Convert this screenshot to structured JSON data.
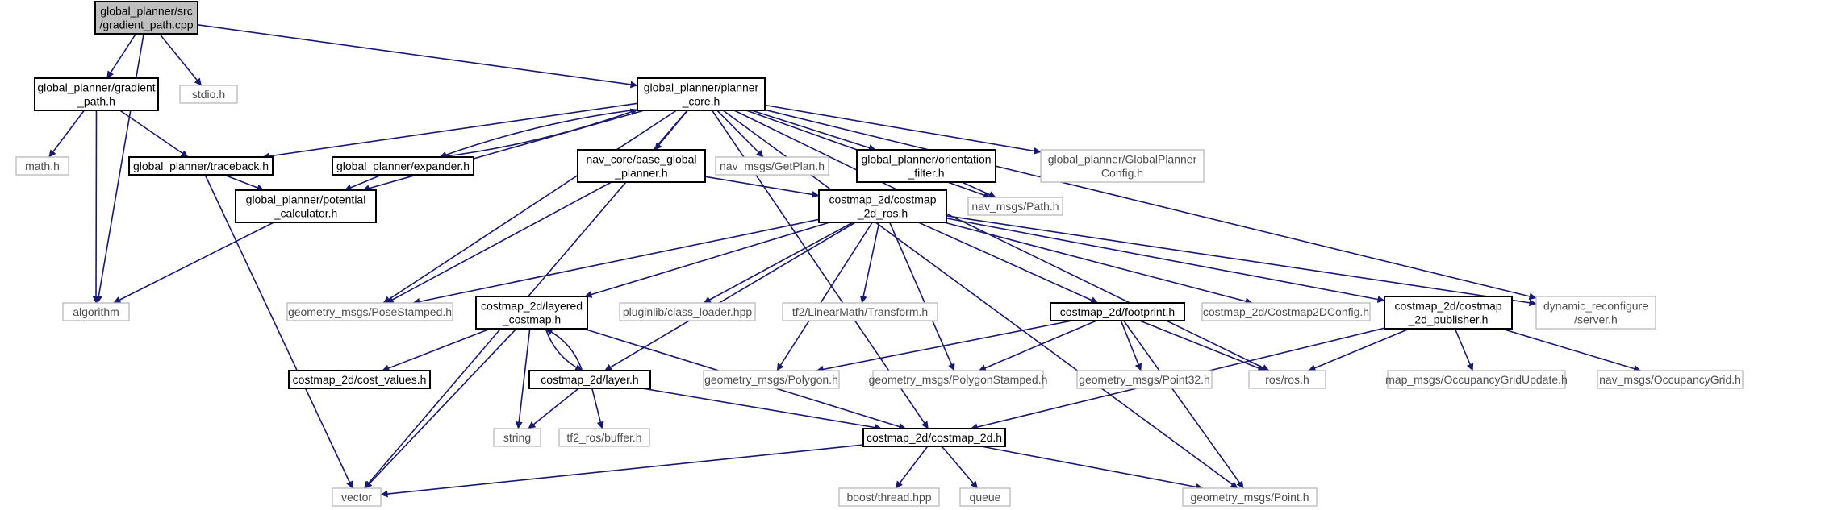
{
  "colors": {
    "edge": "#191970",
    "doc_border": "#000000",
    "ext_border": "#bfbfbf",
    "root_fill": "#bfbfbf"
  },
  "nodes": [
    {
      "id": "gradient_path_cpp",
      "kind": "root",
      "lines": [
        "global_planner/src",
        "/gradient_path.cpp"
      ]
    },
    {
      "id": "gradient_path_h",
      "kind": "doc",
      "lines": [
        "global_planner/gradient",
        "_path.h"
      ]
    },
    {
      "id": "stdio_h",
      "kind": "ext",
      "lines": [
        "stdio.h"
      ]
    },
    {
      "id": "planner_core_h",
      "kind": "doc",
      "lines": [
        "global_planner/planner",
        "_core.h"
      ]
    },
    {
      "id": "math_h",
      "kind": "ext",
      "lines": [
        "math.h"
      ]
    },
    {
      "id": "traceback_h",
      "kind": "doc",
      "lines": [
        "global_planner/traceback.h"
      ]
    },
    {
      "id": "expander_h",
      "kind": "doc",
      "lines": [
        "global_planner/expander.h"
      ]
    },
    {
      "id": "base_global_planner_h",
      "kind": "doc",
      "lines": [
        "nav_core/base_global",
        "_planner.h"
      ]
    },
    {
      "id": "getplan_h",
      "kind": "ext",
      "lines": [
        "nav_msgs/GetPlan.h"
      ]
    },
    {
      "id": "orientation_filter_h",
      "kind": "doc",
      "lines": [
        "global_planner/orientation",
        "_filter.h"
      ]
    },
    {
      "id": "globalplannerconfig_h",
      "kind": "ext",
      "lines": [
        "global_planner/GlobalPlanner",
        "Config.h"
      ]
    },
    {
      "id": "potential_calculator_h",
      "kind": "doc",
      "lines": [
        "global_planner/potential",
        "_calculator.h"
      ]
    },
    {
      "id": "path_h",
      "kind": "ext",
      "lines": [
        "nav_msgs/Path.h"
      ]
    },
    {
      "id": "costmap_2d_ros_h",
      "kind": "doc",
      "lines": [
        "costmap_2d/costmap",
        "_2d_ros.h"
      ]
    },
    {
      "id": "algorithm",
      "kind": "ext",
      "lines": [
        "algorithm"
      ]
    },
    {
      "id": "posestamped_h",
      "kind": "ext",
      "lines": [
        "geometry_msgs/PoseStamped.h"
      ]
    },
    {
      "id": "layered_costmap_h",
      "kind": "doc",
      "lines": [
        "costmap_2d/layered",
        "_costmap.h"
      ]
    },
    {
      "id": "class_loader_hpp",
      "kind": "ext",
      "lines": [
        "pluginlib/class_loader.hpp"
      ]
    },
    {
      "id": "transform_h",
      "kind": "ext",
      "lines": [
        "tf2/LinearMath/Transform.h"
      ]
    },
    {
      "id": "footprint_h",
      "kind": "doc",
      "lines": [
        "costmap_2d/footprint.h"
      ]
    },
    {
      "id": "costmap2dconfig_h",
      "kind": "ext",
      "lines": [
        "costmap_2d/Costmap2DConfig.h"
      ]
    },
    {
      "id": "costmap_2d_publisher_h",
      "kind": "doc",
      "lines": [
        "costmap_2d/costmap",
        "_2d_publisher.h"
      ]
    },
    {
      "id": "dynreconf_server_h",
      "kind": "ext",
      "lines": [
        "dynamic_reconfigure",
        "/server.h"
      ]
    },
    {
      "id": "cost_values_h",
      "kind": "doc",
      "lines": [
        "costmap_2d/cost_values.h"
      ]
    },
    {
      "id": "layer_h",
      "kind": "doc",
      "lines": [
        "costmap_2d/layer.h"
      ]
    },
    {
      "id": "polygon_h",
      "kind": "ext",
      "lines": [
        "geometry_msgs/Polygon.h"
      ]
    },
    {
      "id": "polygonstamped_h",
      "kind": "ext",
      "lines": [
        "geometry_msgs/PolygonStamped.h"
      ]
    },
    {
      "id": "point32_h",
      "kind": "ext",
      "lines": [
        "geometry_msgs/Point32.h"
      ]
    },
    {
      "id": "ros_h",
      "kind": "ext",
      "lines": [
        "ros/ros.h"
      ]
    },
    {
      "id": "occupancygridupdate_h",
      "kind": "ext",
      "lines": [
        "map_msgs/OccupancyGridUpdate.h"
      ]
    },
    {
      "id": "occupancygrid_h",
      "kind": "ext",
      "lines": [
        "nav_msgs/OccupancyGrid.h"
      ]
    },
    {
      "id": "string",
      "kind": "ext",
      "lines": [
        "string"
      ]
    },
    {
      "id": "buffer_h",
      "kind": "ext",
      "lines": [
        "tf2_ros/buffer.h"
      ]
    },
    {
      "id": "costmap_2d_h",
      "kind": "doc",
      "lines": [
        "costmap_2d/costmap_2d.h"
      ]
    },
    {
      "id": "vector",
      "kind": "ext",
      "lines": [
        "vector"
      ]
    },
    {
      "id": "thread_hpp",
      "kind": "ext",
      "lines": [
        "boost/thread.hpp"
      ]
    },
    {
      "id": "queue",
      "kind": "ext",
      "lines": [
        "queue"
      ]
    },
    {
      "id": "point_h",
      "kind": "ext",
      "lines": [
        "geometry_msgs/Point.h"
      ]
    }
  ],
  "edges": [
    [
      "gradient_path_cpp",
      "gradient_path_h"
    ],
    [
      "gradient_path_cpp",
      "stdio_h"
    ],
    [
      "gradient_path_cpp",
      "planner_core_h"
    ],
    [
      "gradient_path_cpp",
      "algorithm"
    ],
    [
      "gradient_path_h",
      "math_h"
    ],
    [
      "gradient_path_h",
      "traceback_h"
    ],
    [
      "gradient_path_h",
      "algorithm"
    ],
    [
      "planner_core_h",
      "traceback_h"
    ],
    [
      "planner_core_h",
      "expander_h"
    ],
    [
      "planner_core_h",
      "base_global_planner_h"
    ],
    [
      "planner_core_h",
      "getplan_h"
    ],
    [
      "planner_core_h",
      "orientation_filter_h"
    ],
    [
      "planner_core_h",
      "globalplannerconfig_h"
    ],
    [
      "planner_core_h",
      "potential_calculator_h"
    ],
    [
      "planner_core_h",
      "path_h"
    ],
    [
      "planner_core_h",
      "posestamped_h"
    ],
    [
      "planner_core_h",
      "vector"
    ],
    [
      "planner_core_h",
      "dynreconf_server_h"
    ],
    [
      "planner_core_h",
      "ros_h"
    ],
    [
      "planner_core_h",
      "costmap_2d_h"
    ],
    [
      "planner_core_h",
      "point_h"
    ],
    [
      "expander_h",
      "planner_core_h"
    ],
    [
      "expander_h",
      "potential_calculator_h"
    ],
    [
      "traceback_h",
      "potential_calculator_h"
    ],
    [
      "traceback_h",
      "vector"
    ],
    [
      "potential_calculator_h",
      "algorithm"
    ],
    [
      "base_global_planner_h",
      "posestamped_h"
    ],
    [
      "base_global_planner_h",
      "costmap_2d_ros_h"
    ],
    [
      "orientation_filter_h",
      "path_h"
    ],
    [
      "costmap_2d_ros_h",
      "posestamped_h"
    ],
    [
      "costmap_2d_ros_h",
      "layered_costmap_h"
    ],
    [
      "costmap_2d_ros_h",
      "class_loader_hpp"
    ],
    [
      "costmap_2d_ros_h",
      "transform_h"
    ],
    [
      "costmap_2d_ros_h",
      "footprint_h"
    ],
    [
      "costmap_2d_ros_h",
      "costmap2dconfig_h"
    ],
    [
      "costmap_2d_ros_h",
      "costmap_2d_publisher_h"
    ],
    [
      "costmap_2d_ros_h",
      "dynreconf_server_h"
    ],
    [
      "costmap_2d_ros_h",
      "layer_h"
    ],
    [
      "costmap_2d_ros_h",
      "polygon_h"
    ],
    [
      "costmap_2d_ros_h",
      "polygonstamped_h"
    ],
    [
      "layered_costmap_h",
      "cost_values_h"
    ],
    [
      "layered_costmap_h",
      "layer_h"
    ],
    [
      "layered_costmap_h",
      "costmap_2d_h"
    ],
    [
      "layered_costmap_h",
      "string"
    ],
    [
      "layered_costmap_h",
      "vector"
    ],
    [
      "layer_h",
      "layered_costmap_h"
    ],
    [
      "layer_h",
      "costmap_2d_h"
    ],
    [
      "layer_h",
      "string"
    ],
    [
      "layer_h",
      "buffer_h"
    ],
    [
      "footprint_h",
      "polygon_h"
    ],
    [
      "footprint_h",
      "polygonstamped_h"
    ],
    [
      "footprint_h",
      "point32_h"
    ],
    [
      "footprint_h",
      "ros_h"
    ],
    [
      "footprint_h",
      "point_h"
    ],
    [
      "costmap_2d_publisher_h",
      "ros_h"
    ],
    [
      "costmap_2d_publisher_h",
      "costmap_2d_h"
    ],
    [
      "costmap_2d_publisher_h",
      "occupancygridupdate_h"
    ],
    [
      "costmap_2d_publisher_h",
      "occupancygrid_h"
    ],
    [
      "costmap_2d_h",
      "vector"
    ],
    [
      "costmap_2d_h",
      "thread_hpp"
    ],
    [
      "costmap_2d_h",
      "queue"
    ],
    [
      "costmap_2d_h",
      "point_h"
    ]
  ]
}
